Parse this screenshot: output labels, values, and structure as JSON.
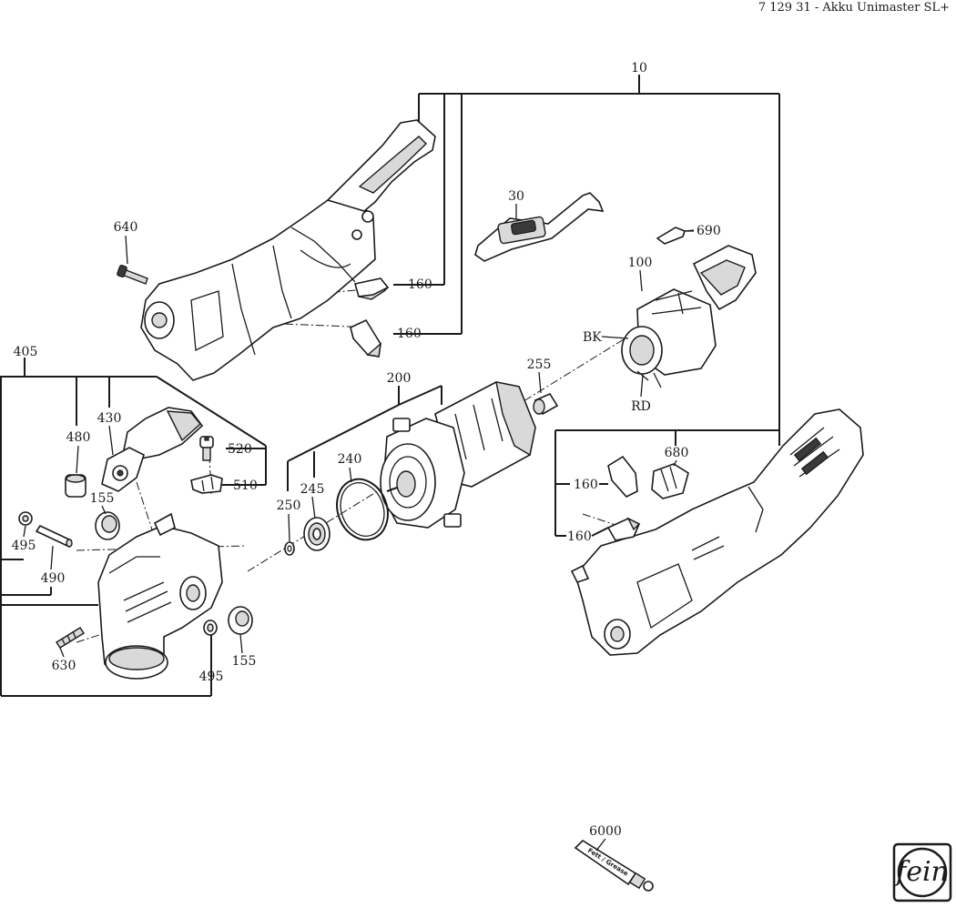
{
  "header": {
    "title": "7 129 31 - Akku Unimaster SL+"
  },
  "tube_text": "Fett / Grease",
  "logo_text": "fein",
  "labels": {
    "p10": "10",
    "p30": "30",
    "p690": "690",
    "p640": "640",
    "p160a": "160",
    "p160b": "160",
    "p100": "100",
    "bk": "BK",
    "rd": "RD",
    "p405": "405",
    "p200": "200",
    "p255": "255",
    "p480": "480",
    "p430": "430",
    "p520": "520",
    "p510": "510",
    "p155a": "155",
    "p240": "240",
    "p250": "250",
    "p245": "245",
    "p680": "680",
    "p160c": "160",
    "p160d": "160",
    "p495a": "495",
    "p490": "490",
    "p630": "630",
    "p495b": "495",
    "p155b": "155",
    "p6000": "6000"
  }
}
